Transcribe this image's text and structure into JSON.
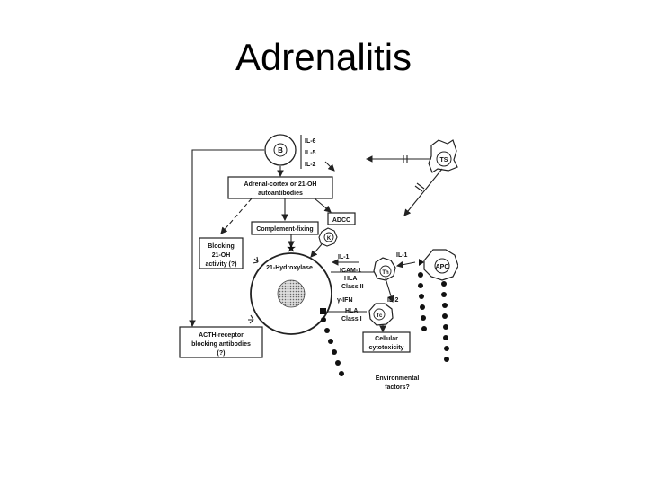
{
  "title": "Adrenalitis",
  "diagram": {
    "b_cell": "B",
    "b_cytokines": [
      "IL-6",
      "IL-5",
      "IL-2"
    ],
    "ts_cell": "TS",
    "autoantibodies": [
      "Adrenal-cortex or 21-OH",
      "autoantibodies"
    ],
    "adcc": "ADCC",
    "complement": "Complement-fixing",
    "k_cell": "K",
    "blocking": [
      "Blocking",
      "21-OH",
      "activity (?)"
    ],
    "il1_left": "IL-1",
    "il1_right": "IL-1",
    "apc": "APC",
    "hydroxylase": "21-Hydroxylase",
    "th_molecules": [
      "ICAM-1",
      "HLA",
      "Class II"
    ],
    "th_cell": "Th",
    "gamma_ifn": "γ-IFN",
    "il2": "IL-2",
    "hla_class1": [
      "HLA",
      "Class I"
    ],
    "tc_cell": "Tc",
    "acth": [
      "ACTH-receptor",
      "blocking antibodies",
      "(?)"
    ],
    "cytotoxicity": [
      "Cellular",
      "cytotoxicity"
    ],
    "environment": [
      "Environmental",
      "factors?"
    ]
  }
}
